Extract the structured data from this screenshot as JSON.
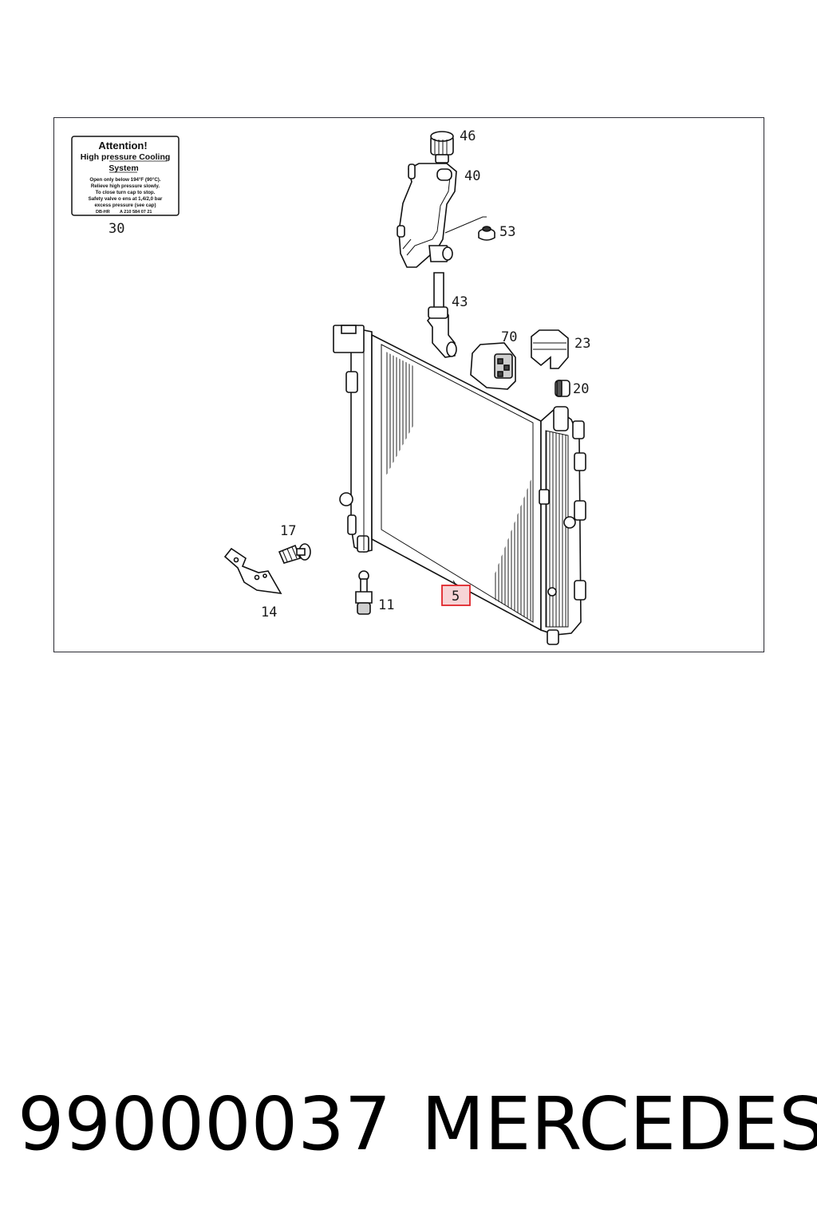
{
  "label_sticker": {
    "heading": "Attention!",
    "title_line1": "High pressure Cooling",
    "title_line2": "System",
    "lines": [
      "Open only below 194°F (90°C).",
      "Relieve high pressure slowly.",
      "To close turn cap to stop.",
      "Safety valve o  ens at 1,4/2,0 bar",
      "excess pressure (see cap)"
    ],
    "footer_left": "DB-HR",
    "footer_right": "A 210 584 07 21"
  },
  "callouts": {
    "c30": "30",
    "c46": "46",
    "c40": "40",
    "c53": "53",
    "c43": "43",
    "c70": "70",
    "c23": "23",
    "c20": "20",
    "c17": "17",
    "c14": "14",
    "c11": "11",
    "c5": "5"
  },
  "highlight_color": "#e0242a",
  "caption": {
    "part_number": "99000037",
    "brand": "MERCEDES"
  }
}
